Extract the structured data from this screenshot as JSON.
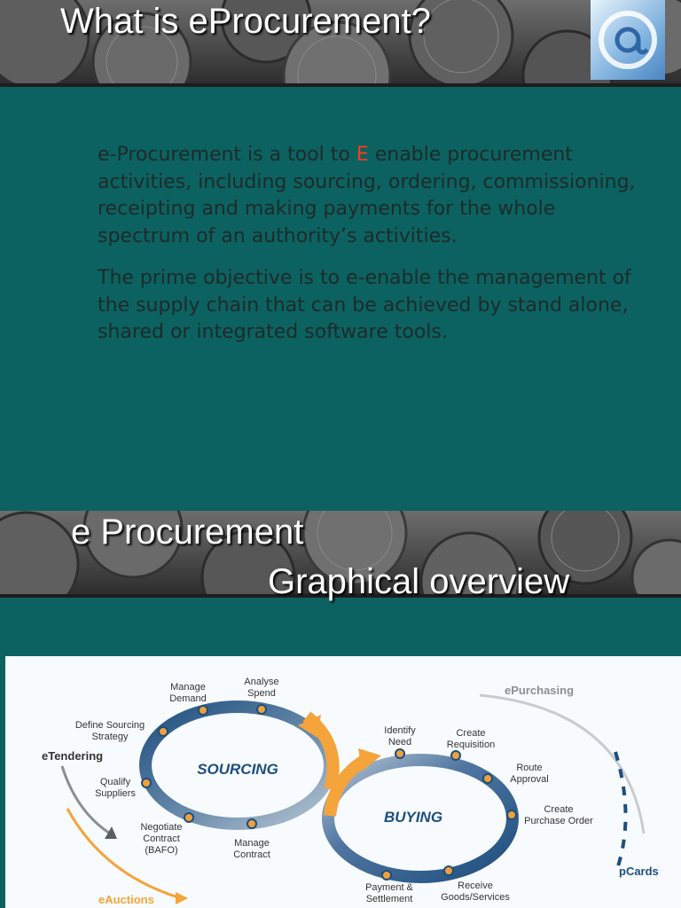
{
  "slide1": {
    "title": "What is eProcurement?",
    "paragraph1_part1": "e-Procurement is a tool to ",
    "paragraph1_highlight": "E",
    "paragraph1_part2": " enable procurement activities, including sourcing, ordering, commissioning, receipting and making payments for the whole spectrum of an authority’s activities.",
    "paragraph2": "The prime objective is to e-enable the management of the supply chain that can be achieved by stand alone, shared or integrated software tools."
  },
  "slide2": {
    "title_line1": "e Procurement",
    "title_line2": "Graphical overview"
  },
  "diagram": {
    "sourcing_label": "SOURCING",
    "buying_label": "BUYING",
    "etendering": "eTendering",
    "eauctions": "eAuctions",
    "epurchasing": "ePurchasing",
    "pcards": "pCards",
    "sourcing_steps": [
      [
        "Manage",
        "Demand"
      ],
      [
        "Analyse",
        "Spend"
      ],
      [
        "Define Sourcing",
        "Strategy"
      ],
      [
        "Qualify",
        "Suppliers"
      ],
      [
        "Negotiate",
        "Contract",
        "(BAFO)"
      ],
      [
        "Manage",
        "Contract"
      ]
    ],
    "buying_steps": [
      [
        "Identify",
        "Need"
      ],
      [
        "Create",
        "Requisition"
      ],
      [
        "Route",
        "Approval"
      ],
      [
        "Create",
        "Purchase Order"
      ],
      [
        "Receive",
        "Goods/Services"
      ],
      [
        "Payment &",
        "Settlement"
      ]
    ],
    "colors": {
      "slide_bg": "#0c6260",
      "highlight": "#ff3b1a",
      "ring_blue": "#1d4e7e",
      "ring_orange": "#f4a43a",
      "label_blue": "#1d4e7e"
    }
  }
}
